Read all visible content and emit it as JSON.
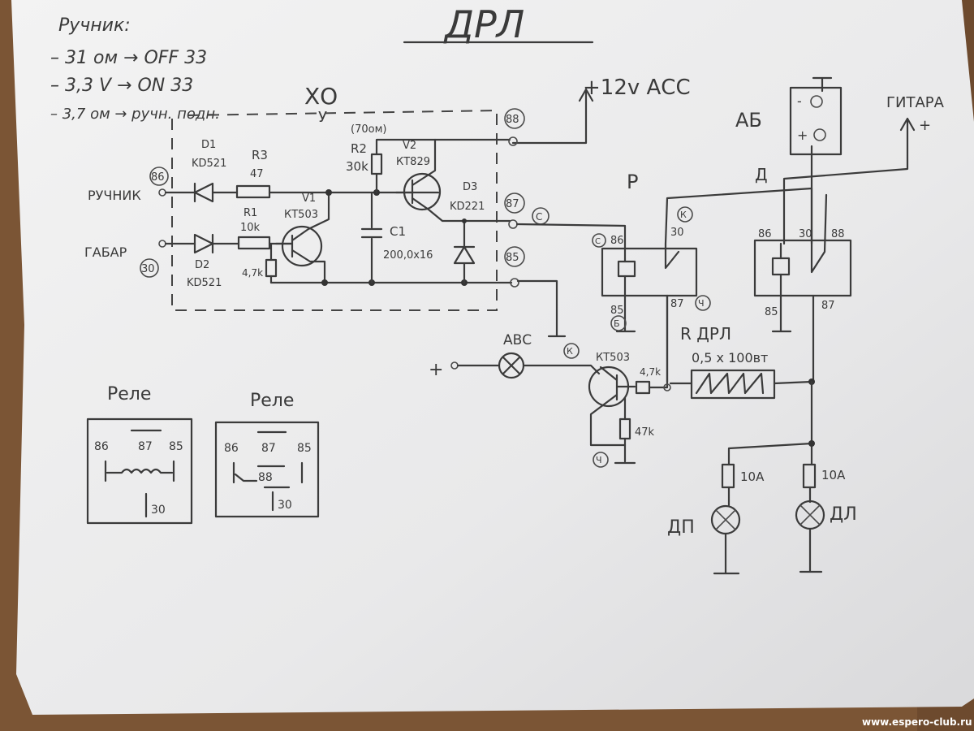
{
  "title": "ДРЛ",
  "notes": {
    "heading": "Ручник:",
    "line1": "– 31 ом → OFF 33",
    "line2": "– 3,3 V → ON 33",
    "line3": "– 3,7 ом → ручн. подн."
  },
  "module_label": "ХО",
  "module_sublabel": "У",
  "pins": {
    "p86": "86",
    "p30": "30",
    "p88": "88",
    "p87": "87",
    "p85": "85"
  },
  "inputs": {
    "handbrake": "РУЧНИК",
    "parking_lights": "ГАБАР"
  },
  "components": {
    "d1_name": "D1",
    "d1_type": "KD521",
    "d2_name": "D2",
    "d2_type": "KD521",
    "r3_name": "R3",
    "r3_value": "47",
    "r1_name": "R1",
    "r1_value": "10k",
    "r_4k7": "4,7k",
    "v1_name": "V1",
    "v1_type": "КТ503",
    "r2_name": "R2",
    "r2_value": "30k",
    "r2_note": "(70ом)",
    "v2_name": "V2",
    "v2_type": "КТ829",
    "c1_name": "C1",
    "c1_value": "200,0x16",
    "d3_name": "D3",
    "d3_type": "KD221",
    "transistor3": "КТ503",
    "r_base": "4,7k",
    "r_bottom": "47k",
    "r_drl_name": "R ДРЛ",
    "r_drl_value": "0,5 x 100вт"
  },
  "labels": {
    "acc": "+12v АСС",
    "battery": "АБ",
    "battery_minus": "-",
    "battery_plus": "+",
    "guitar": "ГИТАРА",
    "guitar_plus": "+",
    "relay_p": "Р",
    "relay_d": "Д",
    "abs_lamp": "АВС",
    "plus_input": "+",
    "fuse_left": "10А",
    "fuse_right": "10А",
    "lamp_left": "ДП",
    "lamp_right": "ДЛ",
    "mark_c": "С",
    "mark_k": "К",
    "mark_ch": "Ч",
    "mark_b": "Б"
  },
  "relay_p_pins": {
    "a": "86",
    "b": "30",
    "c": "85",
    "d": "87"
  },
  "relay_d_pins": {
    "a": "86",
    "b": "30",
    "c": "88",
    "d": "85",
    "e": "87"
  },
  "relay_boxes": [
    {
      "title": "Реле",
      "p1": "86",
      "p2": "87",
      "p3": "85",
      "p4": "30"
    },
    {
      "title": "Реле",
      "p1": "86",
      "p2": "87",
      "p3": "85",
      "p4": "30",
      "p5": "88"
    }
  ],
  "watermark": "www.espero-club.ru"
}
